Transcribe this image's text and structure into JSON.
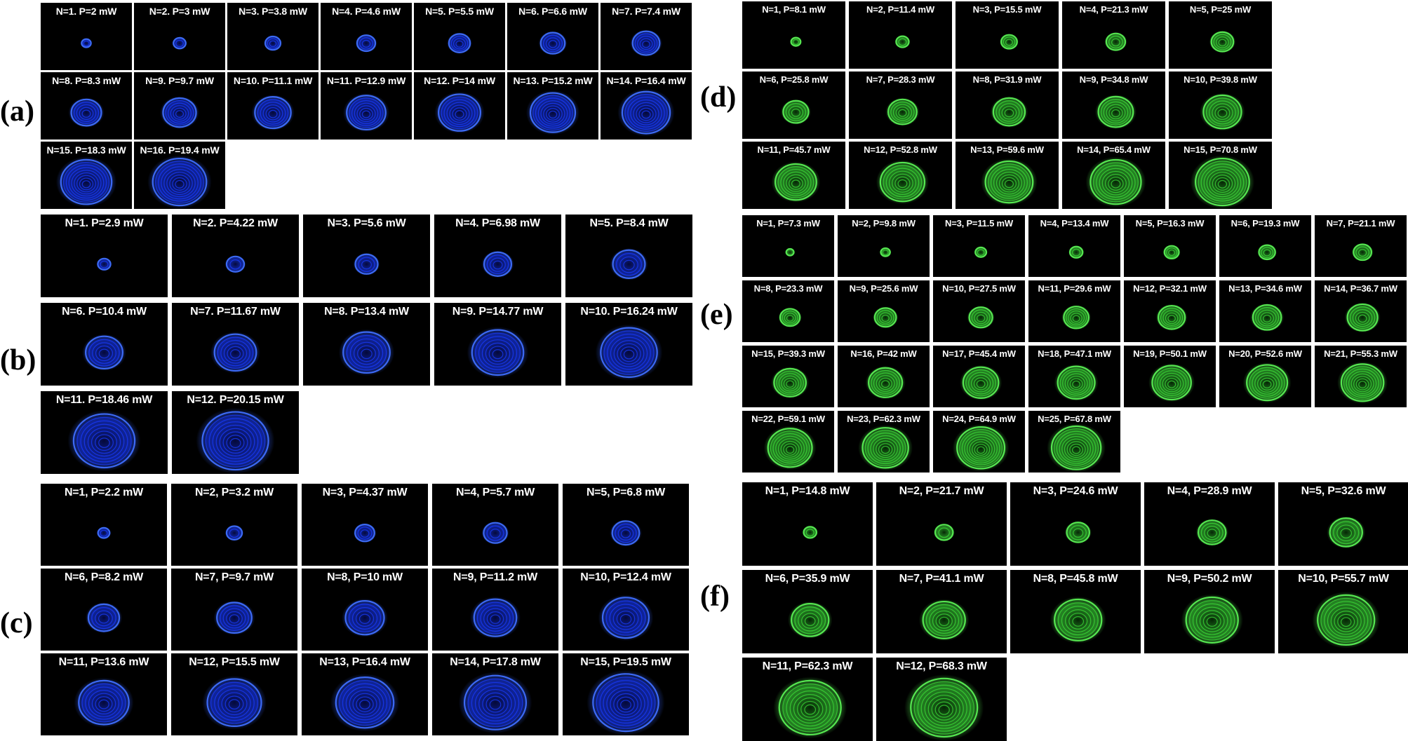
{
  "panels": [
    {
      "id": "a",
      "label": "(a)",
      "color": "blue",
      "tiles": [
        "N=1. P=2 mW",
        "N=2. P=3 mW",
        "N=3. P=3.8 mW",
        "N=4. P=4.6 mW",
        "N=5. P=5.5 mW",
        "N=6. P=6.6 mW",
        "N=7. P=7.4 mW",
        "N=8. P=8.3 mW",
        "N=9. P=9.7 mW",
        "N=10. P=11.1 mW",
        "N=11. P=12.9 mW",
        "N=12. P=14 mW",
        "N=13. P=15.2 mW",
        "N=14. P=16.4 mW",
        "N=15. P=18.3 mW",
        "N=16. P=19.4 mW"
      ]
    },
    {
      "id": "b",
      "label": "(b)",
      "color": "blue",
      "tiles": [
        "N=1. P=2.9 mW",
        "N=2. P=4.22 mW",
        "N=3. P=5.6 mW",
        "N=4. P=6.98 mW",
        "N=5. P=8.4 mW",
        "N=6. P=10.4 mW",
        "N=7. P=11.67 mW",
        "N=8. P=13.4 mW",
        "N=9. P=14.77 mW",
        "N=10. P=16.24 mW",
        "N=11. P=18.46 mW",
        "N=12. P=20.15 mW"
      ]
    },
    {
      "id": "c",
      "label": "(c)",
      "color": "blue",
      "tiles": [
        "N=1, P=2.2 mW",
        "N=2, P=3.2 mW",
        "N=3, P=4.37 mW",
        "N=4, P=5.7 mW",
        "N=5, P=6.8 mW",
        "N=6, P=8.2 mW",
        "N=7, P=9.7 mW",
        "N=8, P=10 mW",
        "N=9, P=11.2 mW",
        "N=10, P=12.4 mW",
        "N=11, P=13.6 mW",
        "N=12, P=15.5 mW",
        "N=13, P=16.4 mW",
        "N=14, P=17.8 mW",
        "N=15, P=19.5 mW"
      ]
    },
    {
      "id": "d",
      "label": "(d)",
      "color": "green",
      "tiles": [
        "N=1, P=8.1 mW",
        "N=2, P=11.4 mW",
        "N=3, P=15.5 mW",
        "N=4, P=21.3 mW",
        "N=5, P=25 mW",
        "N=6, P=25.8 mW",
        "N=7, P=28.3 mW",
        "N=8, P=31.9 mW",
        "N=9, P=34.8 mW",
        "N=10, P=39.8 mW",
        "N=11, P=45.7 mW",
        "N=12, P=52.8 mW",
        "N=13, P=59.6 mW",
        "N=14, P=65.4 mW",
        "N=15, P=70.8 mW"
      ]
    },
    {
      "id": "e",
      "label": "(e)",
      "color": "green",
      "tiles": [
        "N=1, P=7.3 mW",
        "N=2, P=9.8 mW",
        "N=3, P=11.5 mW",
        "N=4, P=13.4 mW",
        "N=5, P=16.3 mW",
        "N=6, P=19.3 mW",
        "N=7, P=21.1 mW",
        "N=8, P=23.3 mW",
        "N=9, P=25.6 mW",
        "N=10, P=27.5 mW",
        "N=11, P=29.6 mW",
        "N=12, P=32.1 mW",
        "N=13, P=34.6 mW",
        "N=14, P=36.7 mW",
        "N=15, P=39.3 mW",
        "N=16, P=42 mW",
        "N=17, P=45.4 mW",
        "N=18, P=47.1 mW",
        "N=19, P=50.1 mW",
        "N=20, P=52.6 mW",
        "N=21, P=55.3 mW",
        "N=22, P=59.1 mW",
        "N=23, P=62.3 mW",
        "N=24, P=64.9 mW",
        "N=25, P=67.8 mW"
      ]
    },
    {
      "id": "f",
      "label": "(f)",
      "color": "green",
      "tiles": [
        "N=1, P=14.8 mW",
        "N=2, P=21.7 mW",
        "N=3, P=24.6 mW",
        "N=4, P=28.9 mW",
        "N=5, P=32.6 mW",
        "N=6, P=35.9 mW",
        "N=7, P=41.1 mW",
        "N=8, P=45.8 mW",
        "N=9, P=50.2 mW",
        "N=10, P=55.7 mW",
        "N=11, P=62.3 mW",
        "N=12, P=68.3 mW"
      ]
    }
  ]
}
